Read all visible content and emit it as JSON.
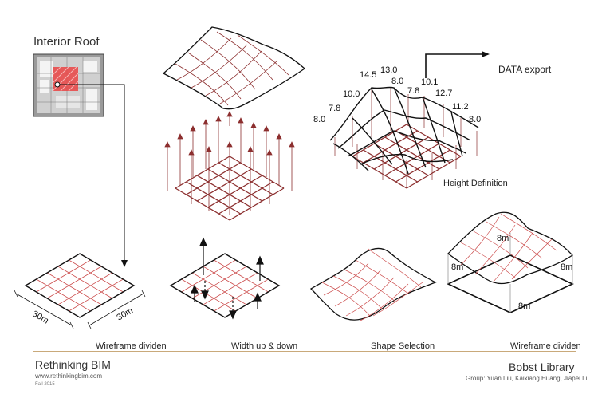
{
  "header": {
    "title": "Interior Roof",
    "export_label": "DATA export"
  },
  "height_values": [
    "14.5",
    "13.0",
    "8.0",
    "10.1",
    "10.0",
    "7.8",
    "12.7",
    "7.8",
    "11.2",
    "8.0",
    "8.0"
  ],
  "height_caption": "Height Definition",
  "dimensions": {
    "side_a": "30m",
    "side_b": "30m",
    "box_top": "8m",
    "box_left": "8m",
    "box_right": "8m",
    "box_bottom": "8m"
  },
  "captions": {
    "step1": "Wireframe dividen",
    "step2": "Width up & down",
    "step3": "Shape Selection",
    "step4": "Wireframe dividen"
  },
  "footer": {
    "brand": "Rethinking  BIM",
    "site": "www.rethinkingbim.com",
    "term": "Fall 2015",
    "project": "Bobst Library",
    "group": "Group: Yuan Liu, Kaixiang Huang, Jiapei Li"
  },
  "colors": {
    "grid": "#8c2f2f",
    "grid_light": "#cc4d4d",
    "ink": "#111111",
    "highlight": "#e84b4b",
    "rule": "#c9a97a"
  }
}
